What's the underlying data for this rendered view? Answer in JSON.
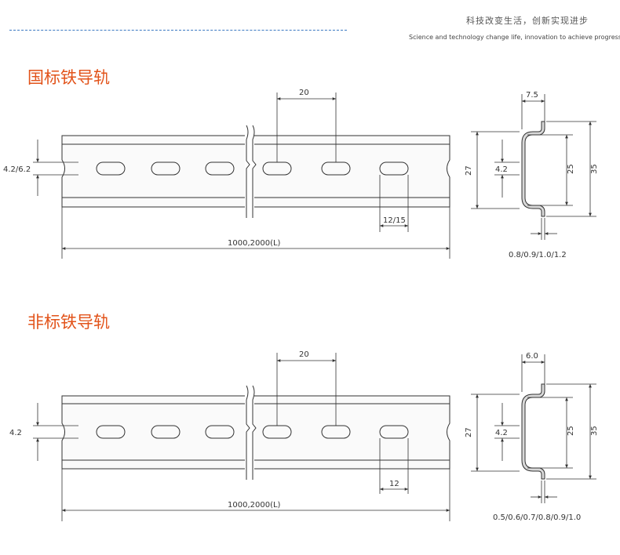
{
  "header": {
    "slogan_cn": "科技改变生活，创新实现进步",
    "slogan_en": "Science and technology change life, innovation to achieve progress"
  },
  "sections": [
    {
      "title": "国标铁导轨",
      "dims": {
        "slot_height": "4.2/6.2",
        "slot_pitch": "20",
        "slot_length": "12/15",
        "rail_length": "1000,2000(L)",
        "flange_width": "7.5",
        "total_height": "35",
        "inner_height": "25",
        "slot_mid_height": "27",
        "slot_width": "4.2",
        "thickness": "0.8/0.9/1.0/1.2"
      }
    },
    {
      "title": "非标铁导轨",
      "dims": {
        "slot_height": "4.2",
        "slot_pitch": "20",
        "slot_length": "12",
        "rail_length": "1000,2000(L)",
        "flange_width": "6.0",
        "total_height": "35",
        "inner_height": "25",
        "slot_mid_height": "27",
        "slot_width": "4.2",
        "thickness": "0.5/0.6/0.7/0.8/0.9/1.0"
      }
    }
  ]
}
